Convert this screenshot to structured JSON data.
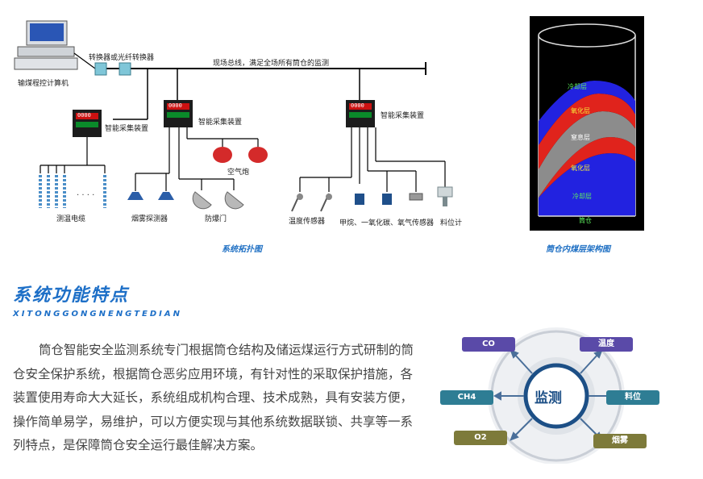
{
  "topology": {
    "computer_label": "输煤程控计算机",
    "converter_label": "转换器或光纤转换器",
    "bus_label": "现场总线，满足全场所有筒仓的监测",
    "collector_label_1": "智能采集装置",
    "collector_label_2": "智能采集装置",
    "collector_label_3": "智能采集装置",
    "air_cannon_label": "空气炮",
    "temp_cable_label": "测温电缆",
    "smoke_label": "烟雾探测器",
    "door_label": "防爆门",
    "temp_sensor_label": "温度传感器",
    "gas_sensor_label": "甲烷、一氧化碳、氧气传感器",
    "level_label": "料位计",
    "display_1": "0000",
    "display_2": "0000",
    "display_3": "0000",
    "caption": "系统拓扑图"
  },
  "silo": {
    "layers": [
      "冷却层",
      "氧化层",
      "窒息层",
      "氧化层",
      "冷却层"
    ],
    "bottom_label": "筒仓",
    "caption": "筒仓内煤层架构图"
  },
  "section": {
    "title": "系统功能特点",
    "subtitle": "XITONGGONGNENGTEDIAN",
    "paragraph": "筒仓智能安全监测系统专门根据筒仓结构及储运煤运行方式研制的筒仓安全保护系统，根据筒仓恶劣应用环境，有针对性的采取保护措施，各装置使用寿命大大延长，系统组成机构合理、技术成熟，具有安装方便，操作简单易学，易维护，可以方便实现与其他系统数据联锁、共享等一系列特点，是保障筒仓安全运行最佳解决方案。"
  },
  "monitor": {
    "center": "监测",
    "items": {
      "co": "CO",
      "temp": "温度",
      "ch4": "CH4",
      "level": "料位",
      "o2": "O2",
      "smoke": "烟雾"
    },
    "colors": {
      "co": "#5a4aa8",
      "temp": "#5a4aa8",
      "ch4": "#2e7d94",
      "level": "#2e7d94",
      "o2": "#7d7a3a",
      "smoke": "#7d7a3a"
    }
  }
}
